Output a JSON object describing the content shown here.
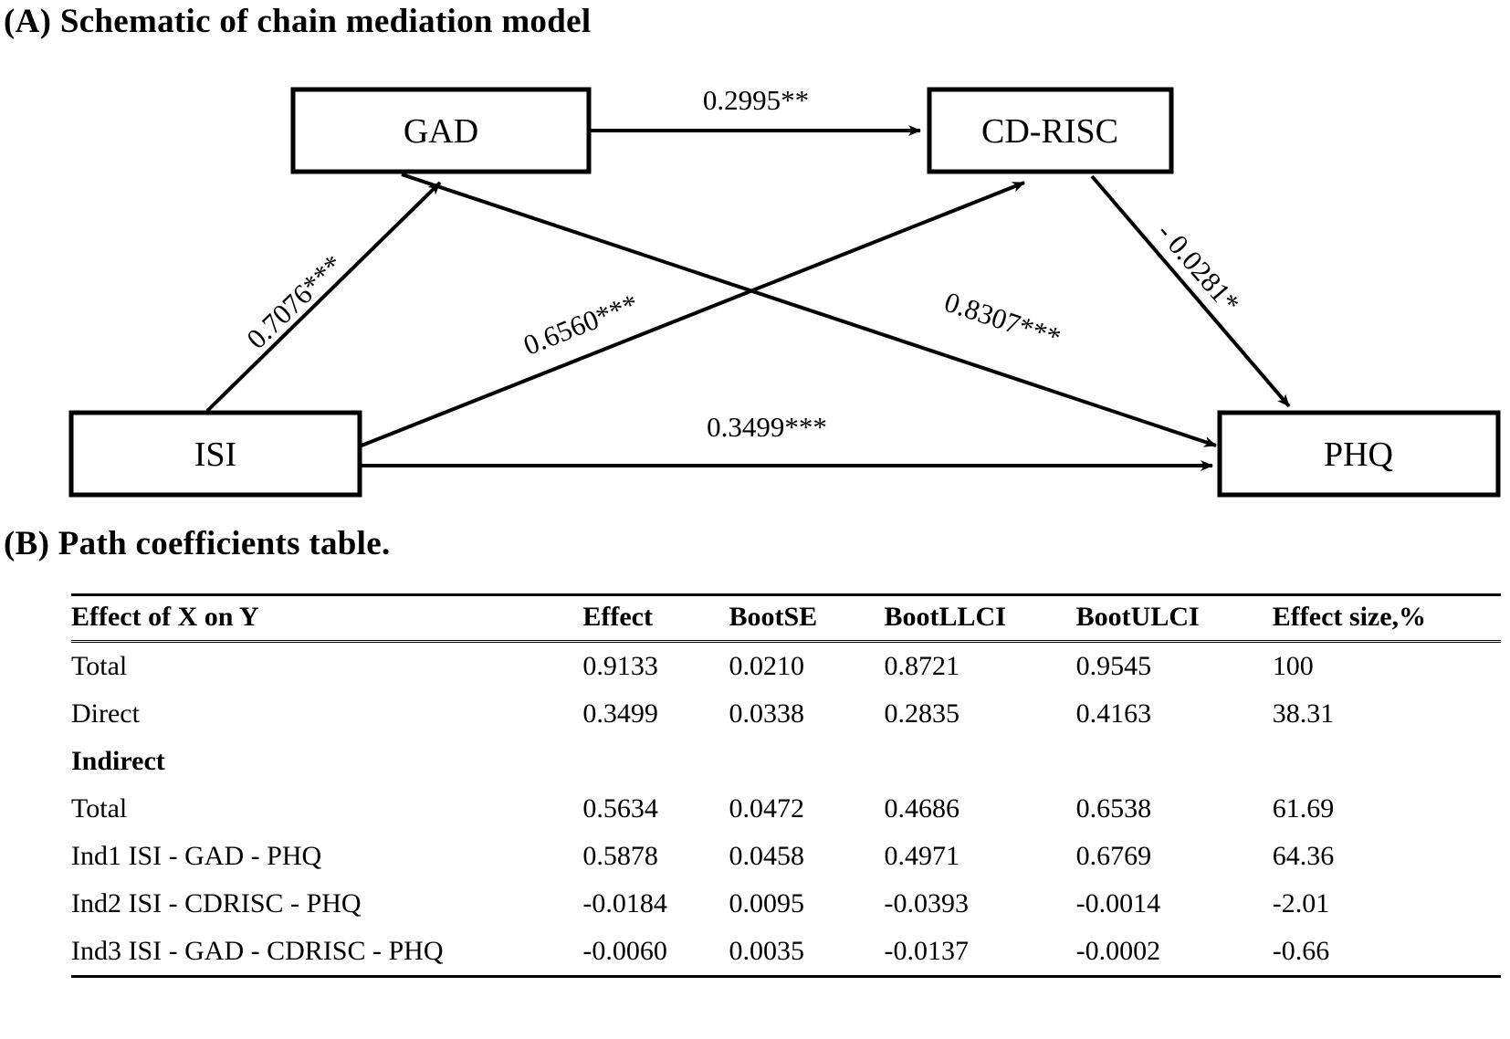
{
  "panels": {
    "a_title": "(A) Schematic of chain mediation model",
    "b_title": "(B) Path coefficients table."
  },
  "diagram": {
    "nodes": {
      "gad": "GAD",
      "cdrisc": "CD-RISC",
      "isi": "ISI",
      "phq": "PHQ"
    },
    "paths": {
      "gad_to_cdrisc": "0.2995**",
      "isi_to_gad": "0.7076***",
      "isi_to_cdrisc": "0.6560***",
      "gad_to_phq": "0.8307***",
      "cdrisc_to_phq": "- 0.0281*",
      "isi_to_phq": "0.3499***"
    }
  },
  "table": {
    "headers": [
      "Effect of X on Y",
      "Effect",
      "BootSE",
      "BootLLCI",
      "BootULCI",
      "Effect size,%"
    ],
    "rows": [
      {
        "bold": false,
        "cells": [
          "Total",
          "0.9133",
          "0.0210",
          "0.8721",
          "0.9545",
          "100"
        ]
      },
      {
        "bold": false,
        "cells": [
          "Direct",
          "0.3499",
          "0.0338",
          "0.2835",
          "0.4163",
          "38.31"
        ]
      },
      {
        "bold": true,
        "cells": [
          "Indirect",
          "",
          "",
          "",
          "",
          ""
        ]
      },
      {
        "bold": false,
        "cells": [
          "Total",
          "0.5634",
          "0.0472",
          "0.4686",
          "0.6538",
          "61.69"
        ]
      },
      {
        "bold": false,
        "cells": [
          "Ind1 ISI - GAD - PHQ",
          "0.5878",
          "0.0458",
          "0.4971",
          "0.6769",
          "64.36"
        ]
      },
      {
        "bold": false,
        "cells": [
          "Ind2 ISI - CDRISC - PHQ",
          "-0.0184",
          "0.0095",
          "-0.0393",
          "-0.0014",
          "-2.01"
        ]
      },
      {
        "bold": false,
        "cells": [
          "Ind3 ISI - GAD - CDRISC - PHQ",
          "-0.0060",
          "0.0035",
          "-0.0137",
          "-0.0002",
          "-0.66"
        ]
      }
    ]
  },
  "colors": {
    "ink": "#000000",
    "paper": "#ffffff"
  }
}
